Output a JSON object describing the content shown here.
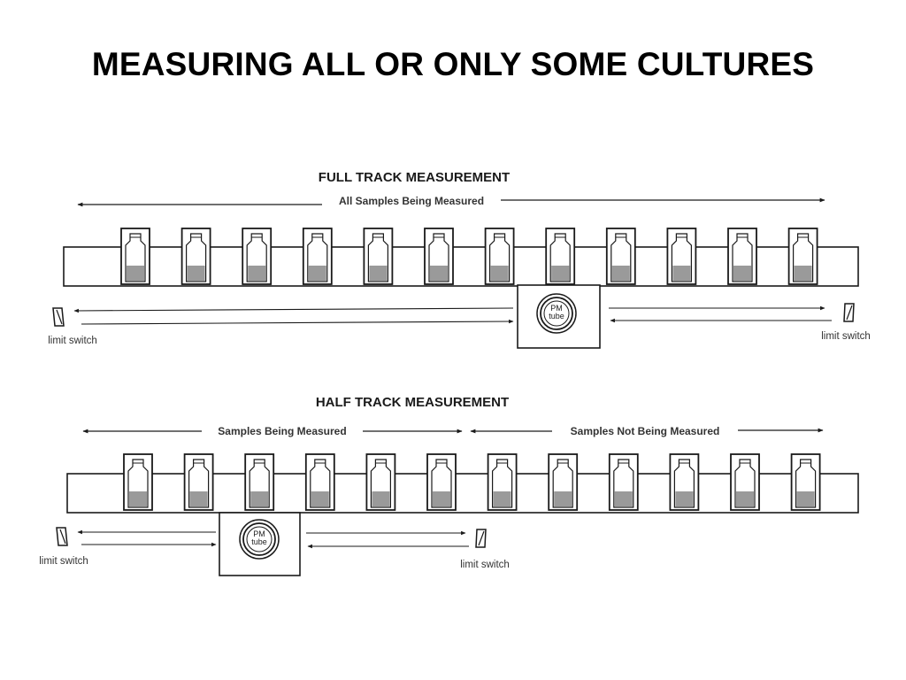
{
  "slide": {
    "title": "MEASURING ALL OR ONLY SOME CULTURES"
  },
  "full_track": {
    "title": "FULL TRACK MEASUREMENT",
    "span_label": "All Samples Being Measured",
    "pm_tube_line1": "PM",
    "pm_tube_line2": "tube",
    "limit_switch_left": "limit switch",
    "limit_switch_right": "limit switch"
  },
  "half_track": {
    "title": "HALF TRACK MEASUREMENT",
    "measured_label": "Samples Being Measured",
    "not_measured_label": "Samples Not Being Measured",
    "pm_tube_line1": "PM",
    "pm_tube_line2": "tube",
    "limit_switch_left": "limit switch",
    "limit_switch_mid": "limit switch"
  },
  "colors": {
    "ink": "#1a1a1a",
    "liquid": "#9a9a9a",
    "paper": "#ffffff"
  }
}
